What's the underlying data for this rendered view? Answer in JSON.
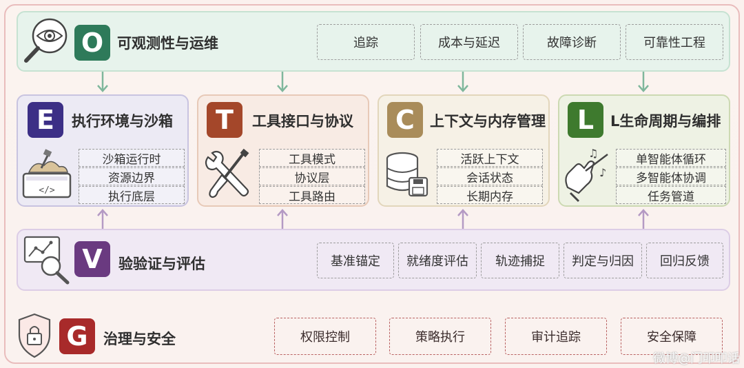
{
  "observability": {
    "letter": "O",
    "title": "可观测性与运维",
    "color": "#2e7a5a",
    "tags": [
      "追踪",
      "成本与延迟",
      "故障诊断",
      "可靠性工程"
    ]
  },
  "cards": [
    {
      "letter": "E",
      "title": "执行环境与沙箱",
      "color": "#3c2f86",
      "items": [
        "沙箱运行时",
        "资源边界",
        "执行底层"
      ]
    },
    {
      "letter": "T",
      "title": "工具接口与协议",
      "color": "#a4472a",
      "items": [
        "工具模式",
        "协议层",
        "工具路由"
      ]
    },
    {
      "letter": "C",
      "title": "上下文与内存管理",
      "color": "#a98c5a",
      "items": [
        "活跃上下文",
        "会话状态",
        "长期内存"
      ]
    },
    {
      "letter": "L",
      "title": "L生命周期与编排",
      "color": "#3e7a2e",
      "items": [
        "单智能体循环",
        "多智能体协调",
        "任务管道"
      ]
    }
  ],
  "verification": {
    "letter": "V",
    "title": "验验证与评估",
    "color": "#6a3a80",
    "tags": [
      "基准锚定",
      "就绪度评估",
      "轨迹捕捉",
      "判定与归因",
      "回归反馈"
    ]
  },
  "governance": {
    "letter": "G",
    "title": "治理与安全",
    "color": "#a82a2a",
    "tags": [
      "权限控制",
      "策略执行",
      "审计追踪",
      "安全保障"
    ]
  },
  "watermark": "微博@门叩叩话"
}
